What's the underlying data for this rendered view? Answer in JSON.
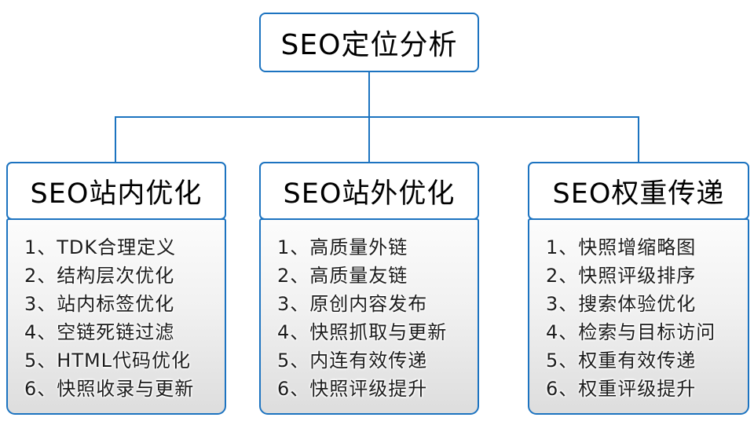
{
  "diagram": {
    "root": {
      "title": "SEO定位分析"
    },
    "columns": [
      {
        "title": "SEO站内优化",
        "items": [
          "1、TDK合理定义",
          "2、结构层次优化",
          "3、站内标签优化",
          "4、空链死链过滤",
          "5、HTML代码优化",
          "6、快照收录与更新"
        ]
      },
      {
        "title": "SEO站外优化",
        "items": [
          "1、高质量外链",
          "2、高质量友链",
          "3、原创内容发布",
          "4、快照抓取与更新",
          "5、内连有效传递",
          "6、快照评级提升"
        ]
      },
      {
        "title": "SEO权重传递",
        "items": [
          "1、快照增缩略图",
          "2、快照评级排序",
          "3、搜索体验优化",
          "4、检索与目标访问",
          "5、权重有效传递",
          "6、权重评级提升"
        ]
      }
    ],
    "colors": {
      "accent": "#1c73c0",
      "text": "#1c1c1c",
      "list_bg_top": "#fcfcfc",
      "list_bg_bottom": "#dddddd"
    }
  }
}
